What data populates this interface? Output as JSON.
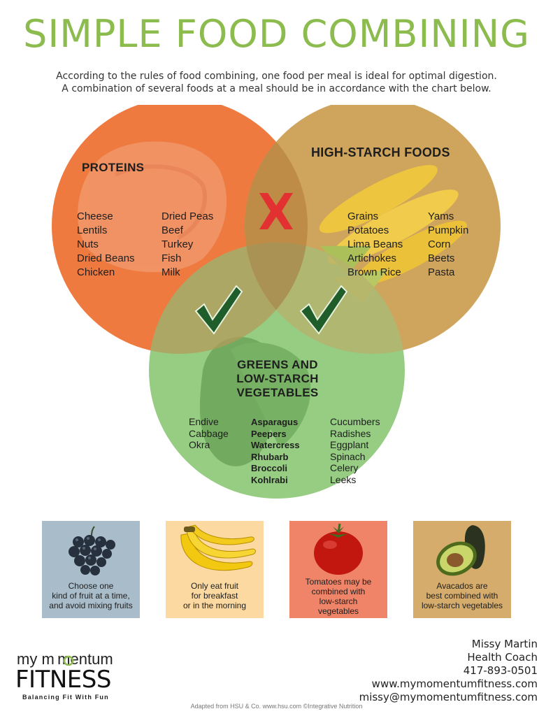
{
  "title": "SIMPLE FOOD COMBINING",
  "intro": {
    "line1": "According to the rules of food combining, one food per meal is ideal for optimal digestion.",
    "line2": "A combination of several foods at a meal should be in accordance with the chart below."
  },
  "colors": {
    "title_green": "#8cbb4e",
    "proteins_circle": "#ef7a3f",
    "starch_circle": "#cfa45c",
    "greens_circle": "#8fca7a",
    "cross_red": "#e33030",
    "check_green": "#1f5e2a"
  },
  "proteins": {
    "title": "PROTEINS",
    "col1": [
      "Cheese",
      "Lentils",
      "Nuts",
      "Dried Beans",
      "Chicken"
    ],
    "col2": [
      "Dried Peas",
      "Beef",
      "Turkey",
      "Fish",
      "Milk"
    ]
  },
  "starch": {
    "title": "HIGH-STARCH FOODS",
    "col1": [
      "Grains",
      "Potatoes",
      "Lima Beans",
      "Artichokes",
      "Brown Rice"
    ],
    "col2": [
      "Yams",
      "Pumpkin",
      "Corn",
      "Beets",
      "Pasta"
    ]
  },
  "greens": {
    "title_line1": "GREENS AND",
    "title_line2": "LOW-STARCH",
    "title_line3": "VEGETABLES",
    "col1": [
      "Endive",
      "Cabbage",
      "Okra"
    ],
    "col2": [
      "Asparagus",
      "Peepers",
      "Watercress",
      "Rhubarb",
      "Broccoli",
      "Kohlrabi"
    ],
    "col3": [
      "Cucumbers",
      "Radishes",
      "Eggplant",
      "Spinach",
      "Celery",
      "Leeks"
    ]
  },
  "markers": {
    "proteins_starch": "cross-icon",
    "proteins_greens": "check-icon",
    "starch_greens": "check-icon"
  },
  "cards": [
    {
      "icon": "grapes-icon",
      "bg": "#a9bcc9",
      "lines": [
        "Choose one",
        "kind of fruit at a time,",
        "and avoid mixing fruits"
      ]
    },
    {
      "icon": "banana-icon",
      "bg": "#fbd9a1",
      "lines": [
        "Only eat fruit",
        "for breakfast",
        "or in the morning"
      ]
    },
    {
      "icon": "tomato-icon",
      "bg": "#ef8468",
      "lines": [
        "Tomatoes may be",
        "combined with",
        "low-starch",
        "vegetables"
      ]
    },
    {
      "icon": "avocado-icon",
      "bg": "#d5ac6c",
      "lines": [
        "Avacados are",
        "best combined with",
        "low-starch vegetables"
      ]
    }
  ],
  "logo": {
    "line1": "my m mentum",
    "line2": "FITNESS",
    "tagline": "Balancing Fit With Fun"
  },
  "contact": {
    "name": "Missy Martin",
    "role": "Health Coach",
    "phone": "417-893-0501",
    "website": "www.mymomentumfitness.com",
    "email": "missy@mymomentumfitness.com"
  },
  "credit": "Adapted from HSU & Co. www.hsu.com ©Integrative Nutrition"
}
